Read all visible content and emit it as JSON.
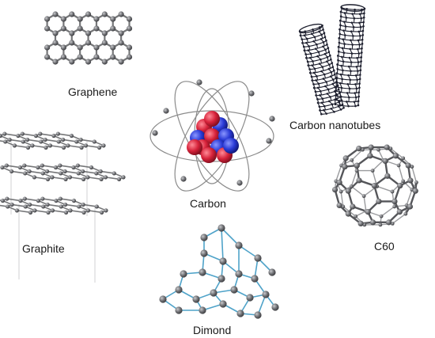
{
  "labels": {
    "graphene": "Graphene",
    "carbon": "Carbon",
    "nanotubes": "Carbon nanotubes",
    "graphite": "Graphite",
    "c60": "C60",
    "diamond": "Dimond"
  },
  "colors": {
    "atom": "#5f6064",
    "bond": "#767779",
    "diamond_bond": "#4fa3c9",
    "proton": "#d6223a",
    "neutron": "#2a3ad6",
    "orbit": "#8a8a8a",
    "tube": "#1d1f2e"
  }
}
